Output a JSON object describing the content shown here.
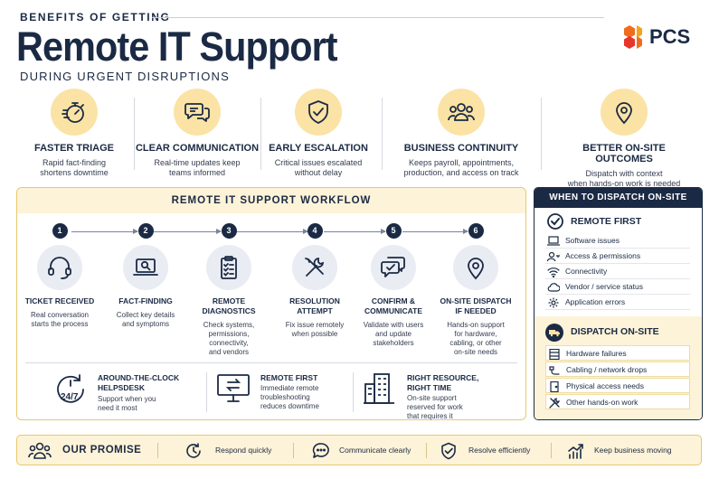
{
  "header": {
    "pre_title": "BENEFITS OF GETTING",
    "title": "Remote IT Support",
    "subtitle": "DURING URGENT DISRUPTIONS",
    "logo_text": "PCS",
    "logo_icon": "pcs-hexagon-logo",
    "logo_colors": [
      "#f26b1d",
      "#f7a21b",
      "#e8352b"
    ]
  },
  "benefits": [
    {
      "icon": "stopwatch-icon",
      "title": "FASTER TRIAGE",
      "desc": "Rapid fact-finding\nshortens downtime"
    },
    {
      "icon": "chat-bubbles-icon",
      "title": "CLEAR COMMUNICATION",
      "desc": "Real-time updates keep\nteams informed"
    },
    {
      "icon": "shield-check-icon",
      "title": "EARLY ESCALATION",
      "desc": "Critical issues escalated\nwithout delay"
    },
    {
      "icon": "team-icon",
      "title": "BUSINESS CONTINUITY",
      "desc": "Keeps payroll, appointments,\nproduction, and access on track"
    },
    {
      "icon": "location-pin-icon",
      "title": "BETTER ON-SITE OUTCOMES",
      "desc": "Dispatch with context\nwhen hands-on work is needed"
    }
  ],
  "workflow": {
    "title": "REMOTE IT SUPPORT WORKFLOW",
    "steps": [
      {
        "num": "1",
        "icon": "headset-icon",
        "title": "TICKET RECEIVED",
        "desc": "Real conversation\nstarts the process"
      },
      {
        "num": "2",
        "icon": "laptop-search-icon",
        "title": "FACT-FINDING",
        "desc": "Collect key details\nand symptoms"
      },
      {
        "num": "3",
        "icon": "clipboard-checklist-icon",
        "title": "REMOTE DIAGNOSTICS",
        "desc": "Check systems,\npermissions,\nconnectivity,\nand vendors"
      },
      {
        "num": "4",
        "icon": "tools-icon",
        "title": "RESOLUTION\nATTEMPT",
        "desc": "Fix issue remotely\nwhen possible"
      },
      {
        "num": "5",
        "icon": "chat-check-icon",
        "title": "CONFIRM &\nCOMMUNICATE",
        "desc": "Validate with users\nand update\nstakeholders"
      },
      {
        "num": "6",
        "icon": "location-pin-icon",
        "title": "ON-SITE DISPATCH\nIF NEEDED",
        "desc": "Hands-on support\nfor hardware,\ncabling, or other\non-site needs"
      }
    ],
    "features": [
      {
        "icon": "clock-24-7-icon",
        "badge": "24/7",
        "title": "AROUND-THE-CLOCK\nHELPSDESK",
        "desc": "Support when you\nneed it most"
      },
      {
        "icon": "monitor-remote-icon",
        "title": "REMOTE FIRST",
        "desc": "Immediate remote\ntroubleshooting\nreduces downtime"
      },
      {
        "icon": "building-icon",
        "title": "RIGHT RESOURCE,\nRIGHT TIME",
        "desc": "On-site support\nreserved for work\nthat requires it"
      }
    ]
  },
  "dispatch": {
    "title": "WHEN TO DISPATCH ON-SITE",
    "remote_first": {
      "label": "REMOTE FIRST",
      "icon": "check-circle-icon",
      "items": [
        {
          "icon": "laptop-icon",
          "label": "Software issues"
        },
        {
          "icon": "person-key-icon",
          "label": "Access & permissions"
        },
        {
          "icon": "wifi-icon",
          "label": "Connectivity"
        },
        {
          "icon": "cloud-icon",
          "label": "Vendor / service status"
        },
        {
          "icon": "gear-icon",
          "label": "Application errors"
        }
      ]
    },
    "on_site": {
      "label": "DISPATCH ON-SITE",
      "icon": "truck-icon",
      "items": [
        {
          "icon": "server-icon",
          "label": "Hardware failures"
        },
        {
          "icon": "cable-icon",
          "label": "Cabling / network drops"
        },
        {
          "icon": "door-icon",
          "label": "Physical access needs"
        },
        {
          "icon": "wrench-icon",
          "label": "Other hands-on work"
        }
      ]
    }
  },
  "promise": {
    "title": "OUR PROMISE",
    "icon": "people-icon",
    "items": [
      {
        "icon": "clock-icon",
        "label": "Respond quickly"
      },
      {
        "icon": "chat-icon",
        "label": "Communicate clearly"
      },
      {
        "icon": "shield-check-icon",
        "label": "Resolve efficiently"
      },
      {
        "icon": "growth-chart-icon",
        "label": "Keep business moving"
      }
    ]
  },
  "colors": {
    "navy": "#1b2a44",
    "accent_yellow": "#fbe3a6",
    "panel_yellow": "#fdf3d8",
    "border_yellow": "#e6c96a"
  }
}
